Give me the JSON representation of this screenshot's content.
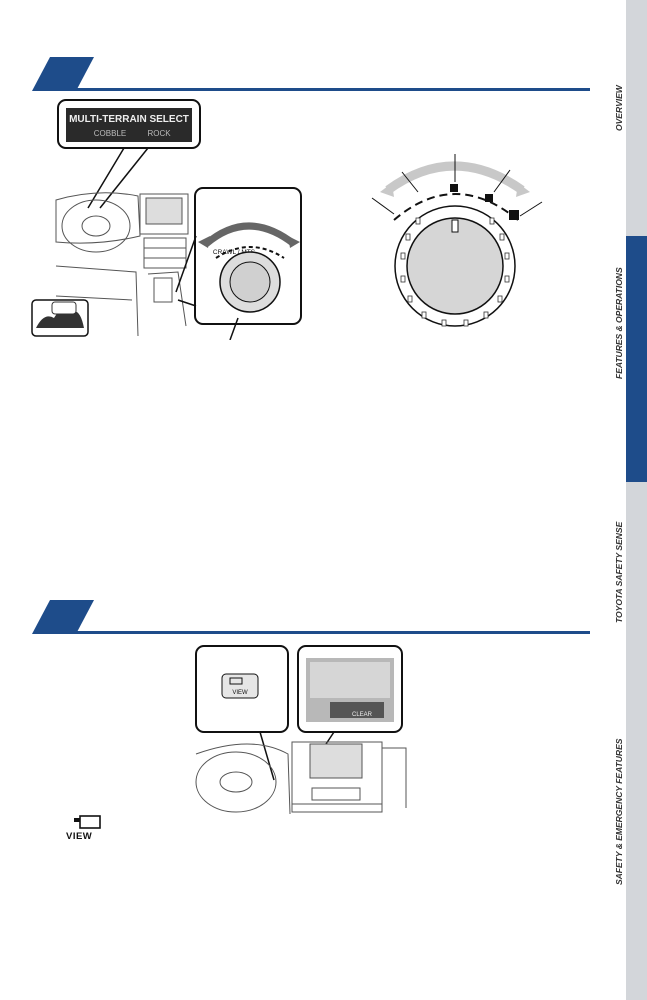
{
  "figure1": {
    "display_line1": "MULTI-TERRAIN SELECT",
    "display_line2": "ROCK",
    "display_line2_dim": "COBBLE",
    "dial_label": "CRAWL / MTS"
  },
  "figure2": {
    "button_label": "VIEW",
    "screen_label": "CLEAR"
  },
  "view_icon": {
    "label": "VIEW"
  },
  "sidebar": {
    "tabs": [
      {
        "label": "OVERVIEW",
        "active": false
      },
      {
        "label": "FEATURES & OPERATIONS",
        "active": true
      },
      {
        "label": "TOYOTA SAFETY SENSE",
        "active": false
      },
      {
        "label": "SAFETY & EMERGENCY FEATURES",
        "active": false
      }
    ]
  },
  "colors": {
    "accent": "#1e4c8a",
    "tab_inactive": "#d3d6da"
  }
}
